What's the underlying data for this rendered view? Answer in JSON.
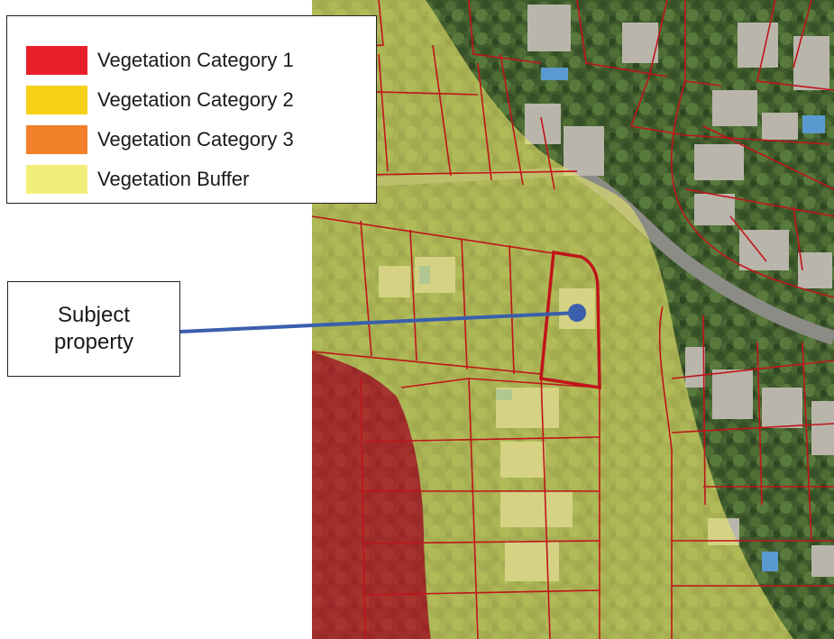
{
  "legend": {
    "items": [
      {
        "label": "Vegetation Category 1",
        "color": "#e8202a"
      },
      {
        "label": "Vegetation Category 2",
        "color": "#f7d117"
      },
      {
        "label": "Vegetation Category 3",
        "color": "#f0802a"
      },
      {
        "label": "Vegetation Buffer",
        "color": "#f2ee7a"
      }
    ]
  },
  "callout": {
    "label": "Subject property"
  },
  "colors": {
    "boundary": "#c0141a",
    "leader": "#3a5fad",
    "category1_overlay": "#c41a2a",
    "buffer_overlay": "#e6e46a"
  }
}
